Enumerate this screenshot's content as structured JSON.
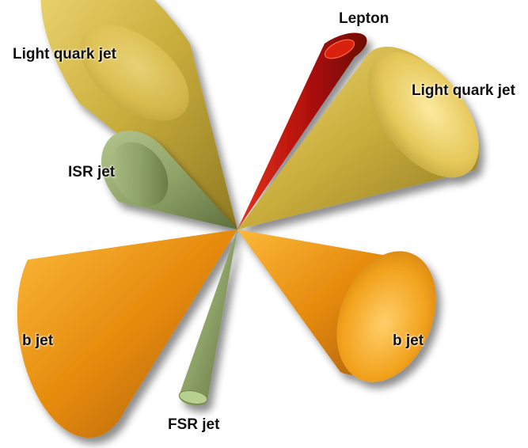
{
  "labels": {
    "lepton": "Lepton",
    "light_quark_jet_left": "Light quark jet",
    "light_quark_jet_right": "Light quark jet",
    "isr_jet": "ISR jet",
    "b_jet_left": "b jet",
    "b_jet_right": "b jet",
    "fsr_jet": "FSR jet"
  },
  "colors": {
    "light_quark_jet": "#d4b94a",
    "lepton": "#c0160e",
    "isr_jet": "#8fa56a",
    "fsr_jet": "#9ab573",
    "b_jet": "#e8950e",
    "background": "#ffffff"
  }
}
